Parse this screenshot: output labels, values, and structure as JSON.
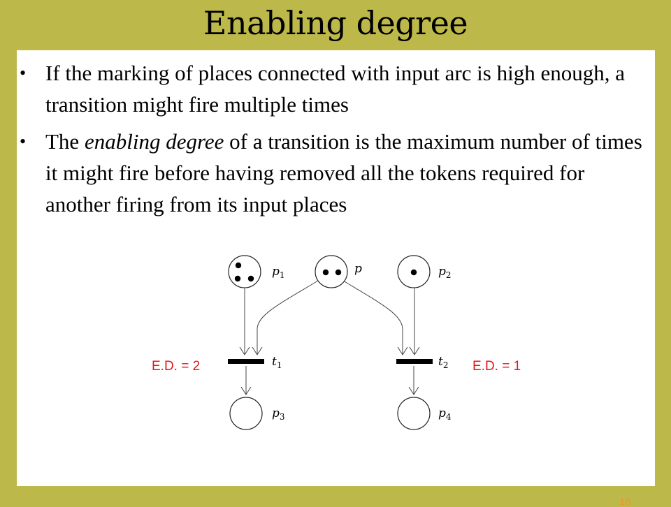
{
  "slide": {
    "title": "Enabling degree",
    "page_number": "16"
  },
  "bullets": [
    {
      "text": "If the marking of places connected with input arc is high enough, a transition might fire multiple times"
    },
    {
      "before": "The ",
      "emphasis": "enabling degree",
      "after": " of a transition is the maximum number of times it might fire before having removed all the tokens required for another firing from its input places"
    }
  ],
  "diagram": {
    "places": [
      {
        "name": "p",
        "sub": "1",
        "tokens": 3
      },
      {
        "name": "p",
        "sub": "",
        "tokens": 2
      },
      {
        "name": "p",
        "sub": "2",
        "tokens": 1
      },
      {
        "name": "p",
        "sub": "3",
        "tokens": 0
      },
      {
        "name": "p",
        "sub": "4",
        "tokens": 0
      }
    ],
    "transitions": [
      {
        "name": "t",
        "sub": "1",
        "enabling_degree_label": "E.D. = 2"
      },
      {
        "name": "t",
        "sub": "2",
        "enabling_degree_label": "E.D. = 1"
      }
    ],
    "colors": {
      "label": "#e8161b",
      "arc": "#444444"
    }
  }
}
